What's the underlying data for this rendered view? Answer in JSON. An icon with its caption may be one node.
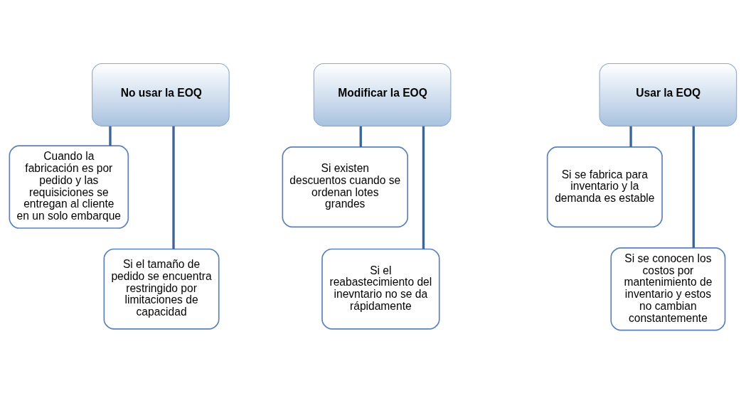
{
  "diagram": {
    "nodes": [
      {
        "text": [
          "No usar la EOQ"
        ]
      },
      {
        "text": [
          "Cuando la fabricación es por pedido y las requisiciones se entregan al cliente en un solo embarque"
        ]
      },
      {
        "text": [
          "Si el tamaño de pedido se encuentra restringido por limitaciones de capacidad"
        ]
      },
      {
        "text": [
          "Modificar la EOQ"
        ]
      },
      {
        "text": [
          "Si existen descuentos cuando se ordenan lotes grandes"
        ]
      },
      {
        "text": [
          "Si el reabastecimiento del inevntario no se da rápidamente"
        ]
      },
      {
        "text": [
          "Usar la EOQ"
        ]
      },
      {
        "text": [
          "Si se fabrica para inventario y la demanda es estable"
        ]
      },
      {
        "text": [
          "Si se conocen los costos por mantenimiento de inventario y estos no cambian constantemente"
        ]
      }
    ],
    "edges": [
      {
        "from": 0,
        "to": 1,
        "arrow": "none"
      },
      {
        "from": 0,
        "to": 2,
        "arrow": "none"
      },
      {
        "from": 3,
        "to": 4,
        "arrow": "none"
      },
      {
        "from": 3,
        "to": 5,
        "arrow": "none"
      },
      {
        "from": 6,
        "to": 7,
        "arrow": "none"
      },
      {
        "from": 6,
        "to": 8,
        "arrow": "none"
      }
    ]
  }
}
